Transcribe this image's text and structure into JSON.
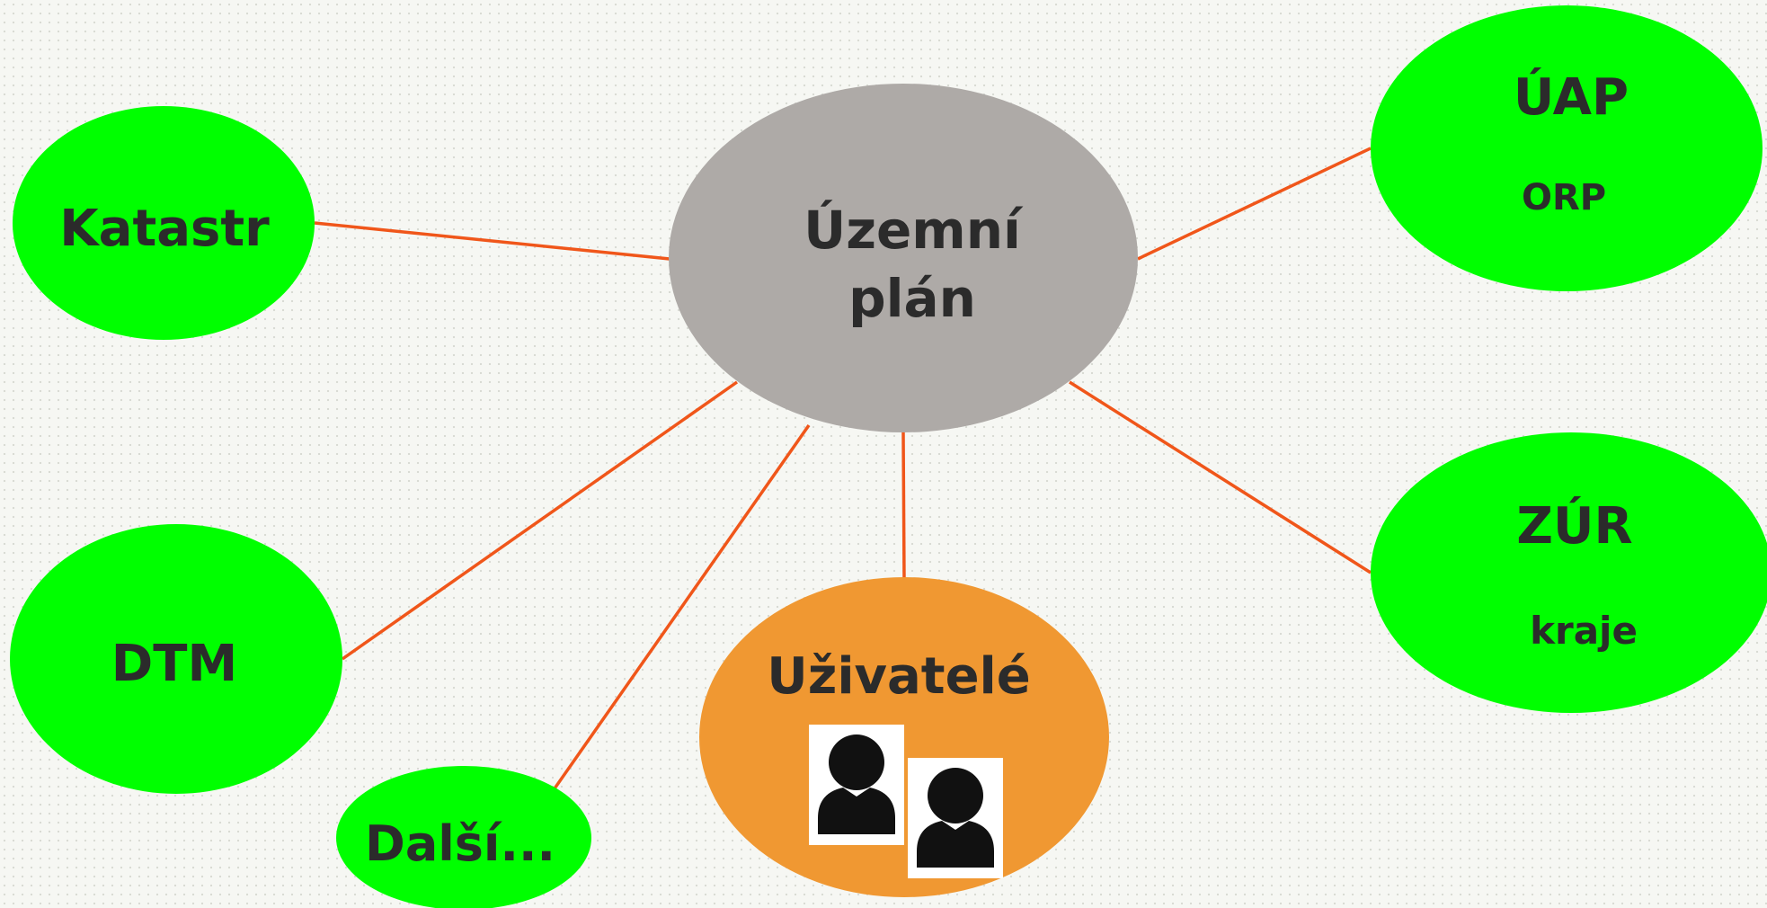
{
  "diagram": {
    "center": {
      "line1": "Územní",
      "line2": "plán"
    },
    "katastr": {
      "label": "Katastr"
    },
    "uap": {
      "title": "ÚAP",
      "subtitle": "ORP"
    },
    "zur": {
      "title": "ZÚR",
      "subtitle": "kraje"
    },
    "dtm": {
      "label": "DTM"
    },
    "dalsi": {
      "label": "Další..."
    },
    "uzivatele": {
      "label": "Uživatelé",
      "icons": [
        "user-icon",
        "user-icon"
      ]
    }
  },
  "colors": {
    "center_fill": "#aeaaa7",
    "node_green": "#00ff00",
    "users_orange": "#f09832",
    "connector": "#f0561a",
    "text": "#2b2b2b"
  }
}
